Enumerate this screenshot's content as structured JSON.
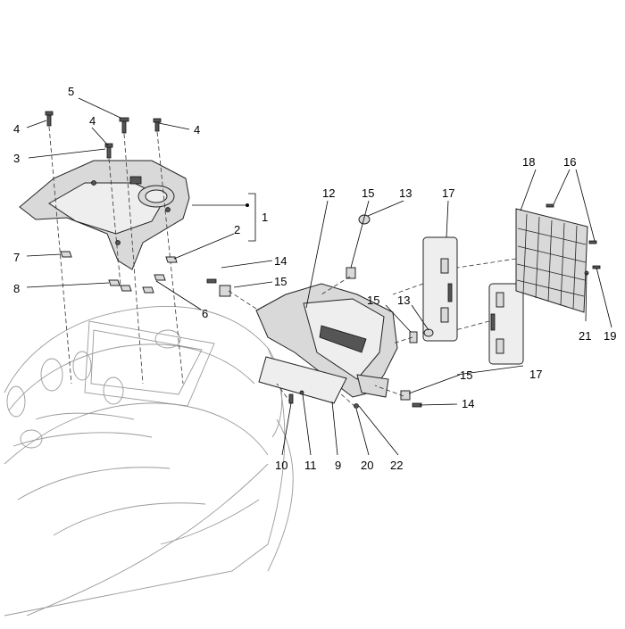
{
  "labels": {
    "l1": "1",
    "l2": "2",
    "l3": "3",
    "l4a": "4",
    "l4b": "4",
    "l4c": "4",
    "l5": "5",
    "l6": "6",
    "l7": "7",
    "l8": "8",
    "l9": "9",
    "l10": "10",
    "l11": "11",
    "l12": "12",
    "l13a": "13",
    "l13b": "13",
    "l14a": "14",
    "l14b": "14",
    "l15a": "15",
    "l15b": "15",
    "l15c": "15",
    "l15d": "15",
    "l16": "16",
    "l17a": "17",
    "l17b": "17",
    "l18": "18",
    "l19": "19",
    "l20": "20",
    "l21": "21",
    "l22": "22"
  }
}
